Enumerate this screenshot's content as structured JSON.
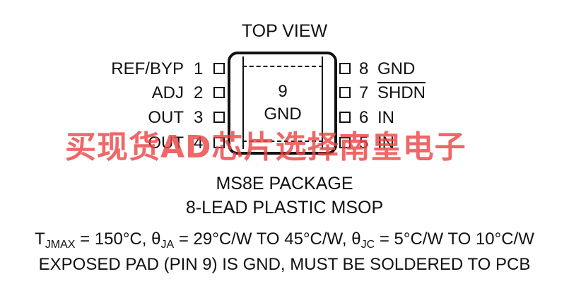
{
  "title": "TOP VIEW",
  "pins_left": [
    {
      "name": "REF/BYP",
      "number": "1"
    },
    {
      "name": "ADJ",
      "number": "2"
    },
    {
      "name": "OUT",
      "number": "3"
    },
    {
      "name": "OUT",
      "number": "4"
    }
  ],
  "pins_right": [
    {
      "name": "GND",
      "number": "8"
    },
    {
      "name": "SHDN",
      "number": "7"
    },
    {
      "name": "IN",
      "number": "6"
    },
    {
      "name": "IN",
      "number": "5"
    }
  ],
  "exposed_pad": {
    "number": "9",
    "name": "GND"
  },
  "package_line1": "MS8E PACKAGE",
  "package_line2": "8-LEAD PLASTIC MSOP",
  "thermal": {
    "t": "T",
    "t_sub": "JMAX",
    "t_val": " = 150°C, ",
    "theta_ja": "θ",
    "ja_sub": "JA",
    "ja_val": " = 29°C/W TO 45°C/W, ",
    "theta_jc": "θ",
    "jc_sub": "JC",
    "jc_val": " = 5°C/W TO 10°C/W"
  },
  "note": "EXPOSED PAD (PIN 9) IS GND, MUST BE SOLDERED TO PCB",
  "watermark": "买现货AD芯片选择南皇电子",
  "colors": {
    "ink": "#111111",
    "watermark": "#ec4646"
  }
}
